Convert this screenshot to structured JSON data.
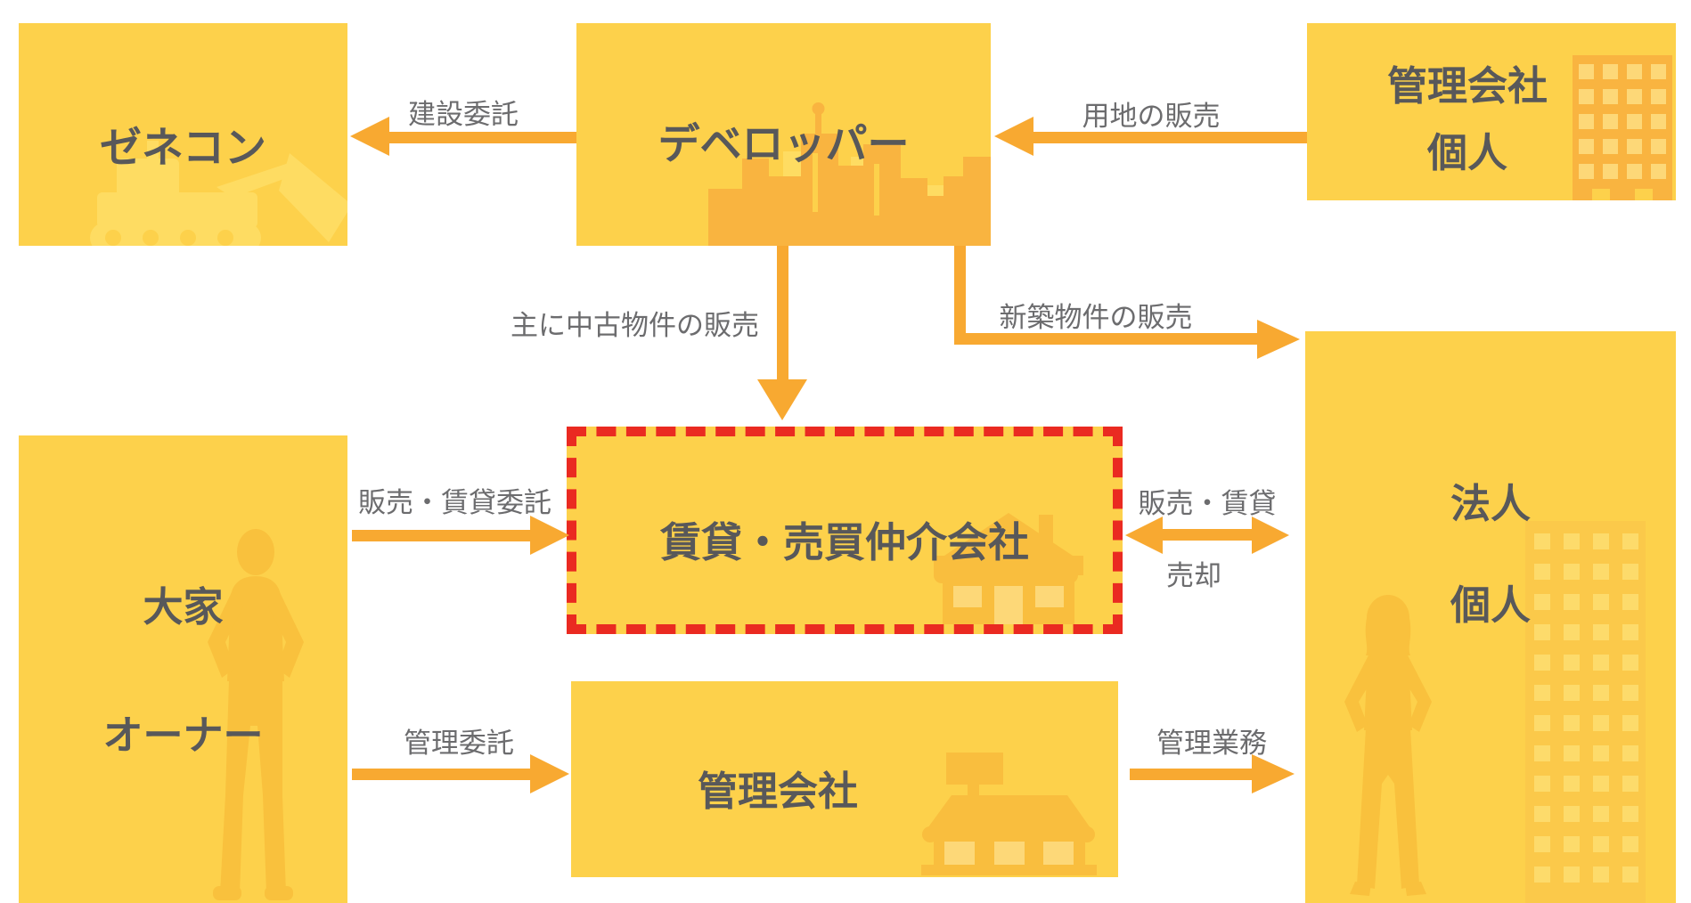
{
  "diagram": {
    "nodes": {
      "zenecon": {
        "label": "ゼネコン",
        "icon": "bulldozer-icon"
      },
      "developer": {
        "label": "デベロッパー",
        "icon": "city-skyline-icon"
      },
      "management_individual": {
        "line1": "管理会社",
        "line2": "個人",
        "icon": "office-building-icon"
      },
      "owner": {
        "line1": "大家",
        "line2": "オーナー",
        "icon": "standing-man-icon"
      },
      "brokerage": {
        "label": "賃貸・売買仲介会社",
        "icon": "shop-house-icon",
        "highlighted": true
      },
      "management": {
        "label": "管理会社",
        "icon": "shop-icon"
      },
      "corporate_individual": {
        "line1": "法人",
        "line2": "個人",
        "icons": [
          "standing-woman-icon",
          "tall-building-icon"
        ]
      }
    },
    "edges": {
      "construction": {
        "label": "建設委託"
      },
      "land_sale": {
        "label": "用地の販売"
      },
      "used_property_sale": {
        "label": "主に中古物件の販売"
      },
      "new_property_sale": {
        "label": "新築物件の販売"
      },
      "sale_rental_consignment": {
        "label": "販売・賃貸委託"
      },
      "sale_rental": {
        "label": "販売・賃貸"
      },
      "sell": {
        "label": "売却"
      },
      "management_consignment": {
        "label": "管理委託"
      },
      "management_services": {
        "label": "管理業務"
      }
    }
  },
  "colors": {
    "background": "#FFFFFF",
    "box_fill": "#FDD14B",
    "arrow": "#F8A931",
    "highlight_border": "#EA2A21",
    "heading_text": "#58585A",
    "label_text": "#6C6C6E",
    "icon_strong": "#F9B440",
    "icon_light": "#FEDC62",
    "icon_window": "#FDD878",
    "icon_person": "#F9C13D",
    "icon_shop": "#F9BE3E",
    "icon_building_subtle": "#FBC94A",
    "icon_window_subtle": "#FDDB6B"
  }
}
